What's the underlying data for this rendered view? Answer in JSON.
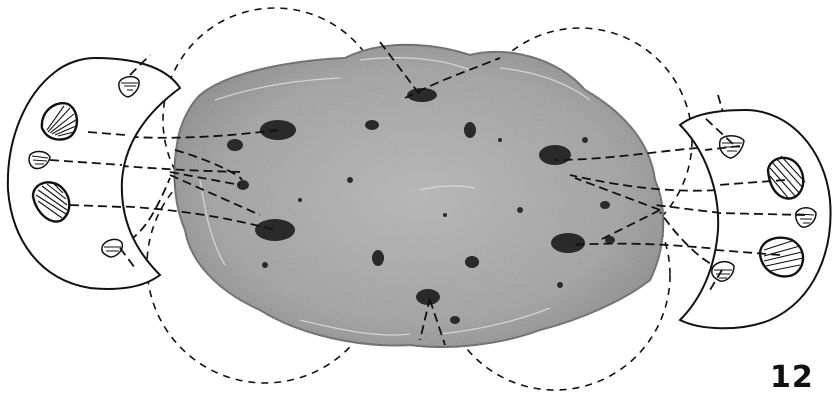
{
  "figure": {
    "number_label": "12",
    "colors": {
      "ink": "#111111",
      "stone_fill": "#9a9a9a",
      "stone_edge": "#5a5a5a",
      "spot": "#2a2a2a",
      "background": "#ffffff"
    },
    "parts": [
      "central-mottled-stone",
      "left-crescent-panel",
      "right-crescent-panel",
      "dashed-connector-lines",
      "circular-dashed-arcs",
      "fan-shaped-markings"
    ]
  }
}
